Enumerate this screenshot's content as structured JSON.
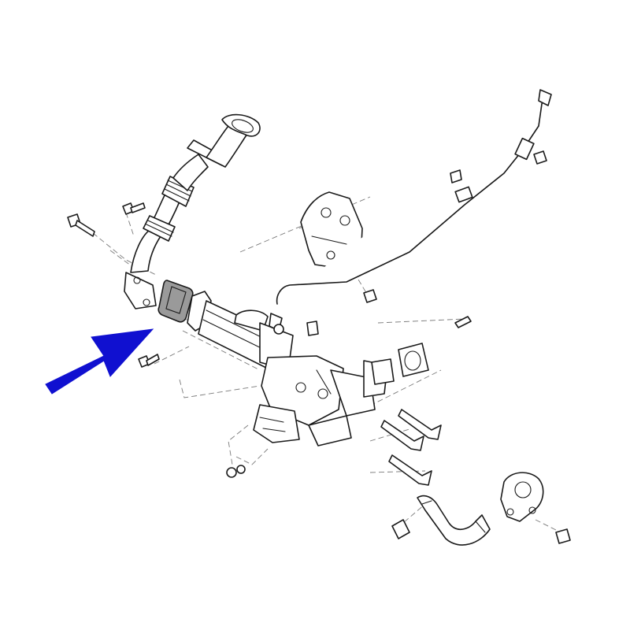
{
  "diagram": {
    "kind": "exploded-parts-view",
    "highlight_color": "#9a9a9a",
    "arrow_color": "#1010d0",
    "line_color": "#1a1a1a",
    "leader_color": "#7a7a7a",
    "parts": [
      {
        "name": "egr-inlet-pipe"
      },
      {
        "name": "pipe-bellows"
      },
      {
        "name": "egr-gasket",
        "highlighted": true
      },
      {
        "name": "egr-cooler"
      },
      {
        "name": "egr-valve"
      },
      {
        "name": "mounting-bracket"
      },
      {
        "name": "vacuum-line"
      },
      {
        "name": "coolant-hose"
      },
      {
        "name": "thermostat-housing"
      },
      {
        "name": "bolts"
      },
      {
        "name": "studs"
      },
      {
        "name": "nuts"
      }
    ]
  }
}
